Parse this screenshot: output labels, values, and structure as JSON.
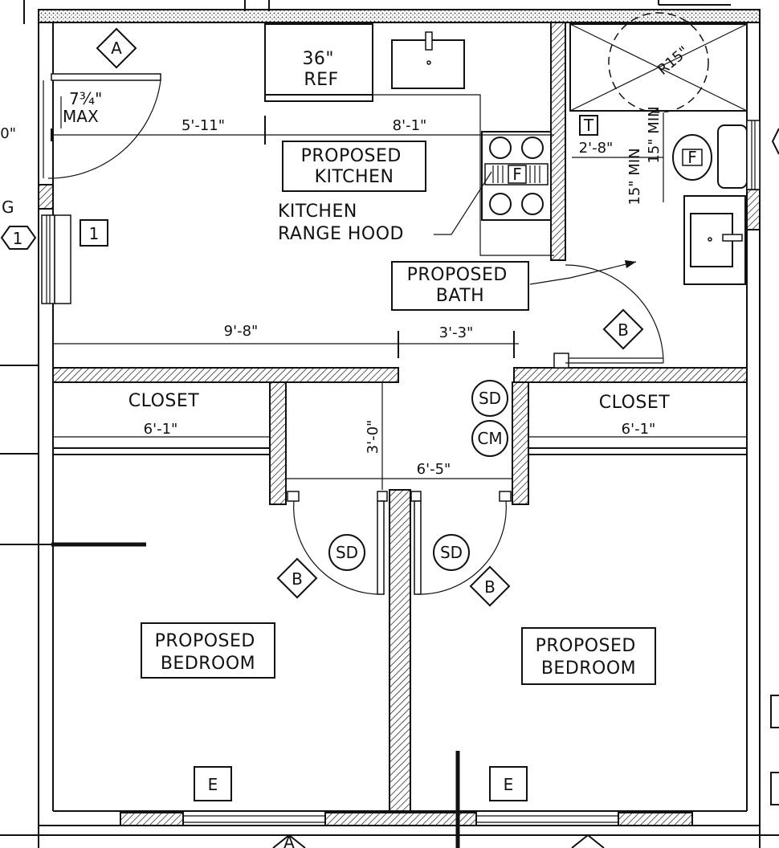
{
  "rooms": {
    "kitchen": "PROPOSED\nKITCHEN",
    "bath": "PROPOSED\nBATH",
    "bedroom_left": "PROPOSED\nBEDROOM",
    "bedroom_right": "PROPOSED\nBEDROOM",
    "closet_left": "CLOSET",
    "closet_right": "CLOSET"
  },
  "notes": {
    "range_hood": "KITCHEN\nRANGE HOOD",
    "ref": "36\"\nREF",
    "max": "7¾\"\nMAX",
    "radius": "R15\""
  },
  "dimensions": {
    "kitchen_left": "5'-11\"",
    "kitchen_right": "8'-1\"",
    "living_width": "9'-8\"",
    "hall_opening": "3'-3\"",
    "closet_left_width": "6'-1\"",
    "closet_right_width": "6'-1\"",
    "hall_depth": "3'-0\"",
    "hall_width": "6'-5\"",
    "bath_clear": "2'-8\"",
    "toilet_clear_a": "15\" MIN",
    "toilet_clear_b": "15\" MIN",
    "left_edge": "0\""
  },
  "tags": {
    "door_a": "A",
    "door_b_bath": "B",
    "door_b_left": "B",
    "door_b_right": "B",
    "window_1": "1",
    "wall_1": "1",
    "window_e_left": "E",
    "window_e_right": "E",
    "toilet_t": "T",
    "fixture_f_range": "F",
    "fixture_f_bath": "F",
    "sd_hall": "SD",
    "cm_hall": "CM",
    "sd_left": "SD",
    "sd_right": "SD",
    "edge_g": "G",
    "bottom_a": "A"
  }
}
